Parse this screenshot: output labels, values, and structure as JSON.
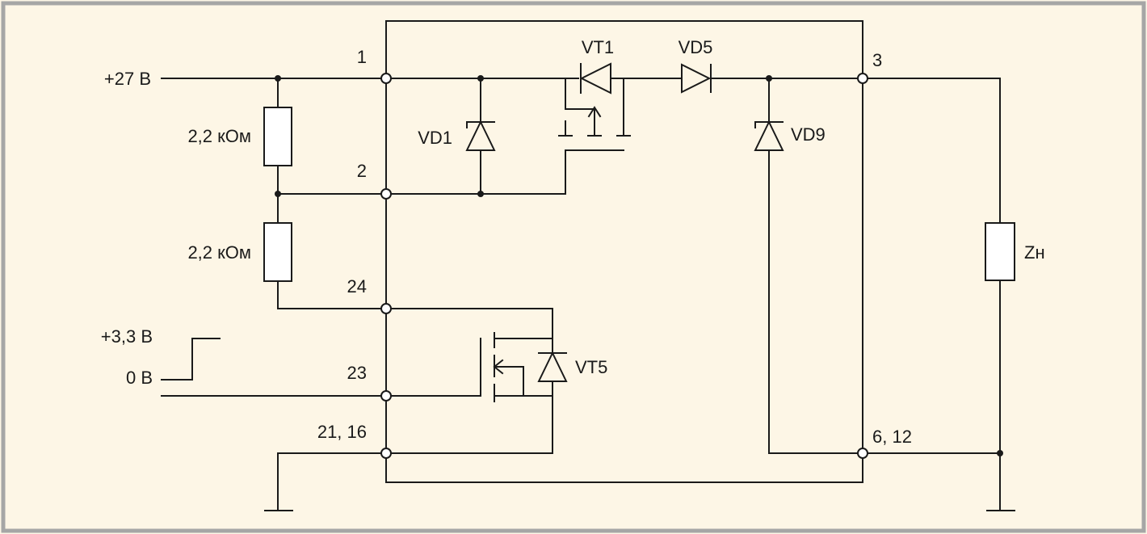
{
  "labels": {
    "supply_27v": "+27 В",
    "resistor_top": "2,2 кОм",
    "resistor_bottom": "2,2 кОм",
    "signal_high": "+3,3 В",
    "signal_low": "0 В",
    "load": "Zн",
    "vt1": "VT1",
    "vt5": "VT5",
    "vd1": "VD1",
    "vd5": "VD5",
    "vd9": "VD9"
  },
  "pins": {
    "p1": "1",
    "p2": "2",
    "p3": "3",
    "p24": "24",
    "p23": "23",
    "p21_16": "21, 16",
    "p6_12": "6, 12"
  },
  "colors": {
    "background": "#fdf6e6",
    "frame_border": "#a6a6a6",
    "wire": "#1a1a1a"
  }
}
